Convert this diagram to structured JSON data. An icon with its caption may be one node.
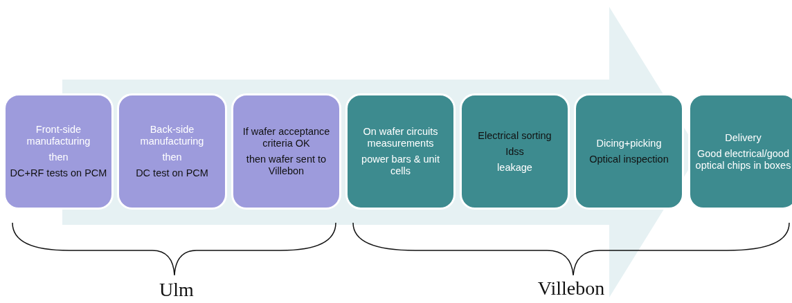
{
  "diagram": {
    "nodes": [
      {
        "text": [
          "Front-side manufacturing",
          "then",
          "DC+RF tests on PCM"
        ]
      },
      {
        "text": [
          "Back-side manufacturing",
          "then",
          "DC test on PCM"
        ]
      },
      {
        "text": [
          "If wafer acceptance criteria OK",
          "then wafer sent to Villebon"
        ]
      },
      {
        "text": [
          "On wafer circuits measurements",
          "power bars & unit cells"
        ]
      },
      {
        "text": [
          "Electrical sorting",
          "Idss",
          "leakage"
        ]
      },
      {
        "text": [
          "Dicing+picking",
          "Optical inspection"
        ]
      },
      {
        "text": [
          "Delivery",
          "Good electrical/good optical chips in boxes"
        ]
      }
    ],
    "labels": [
      "Ulm",
      "Villebon"
    ]
  }
}
